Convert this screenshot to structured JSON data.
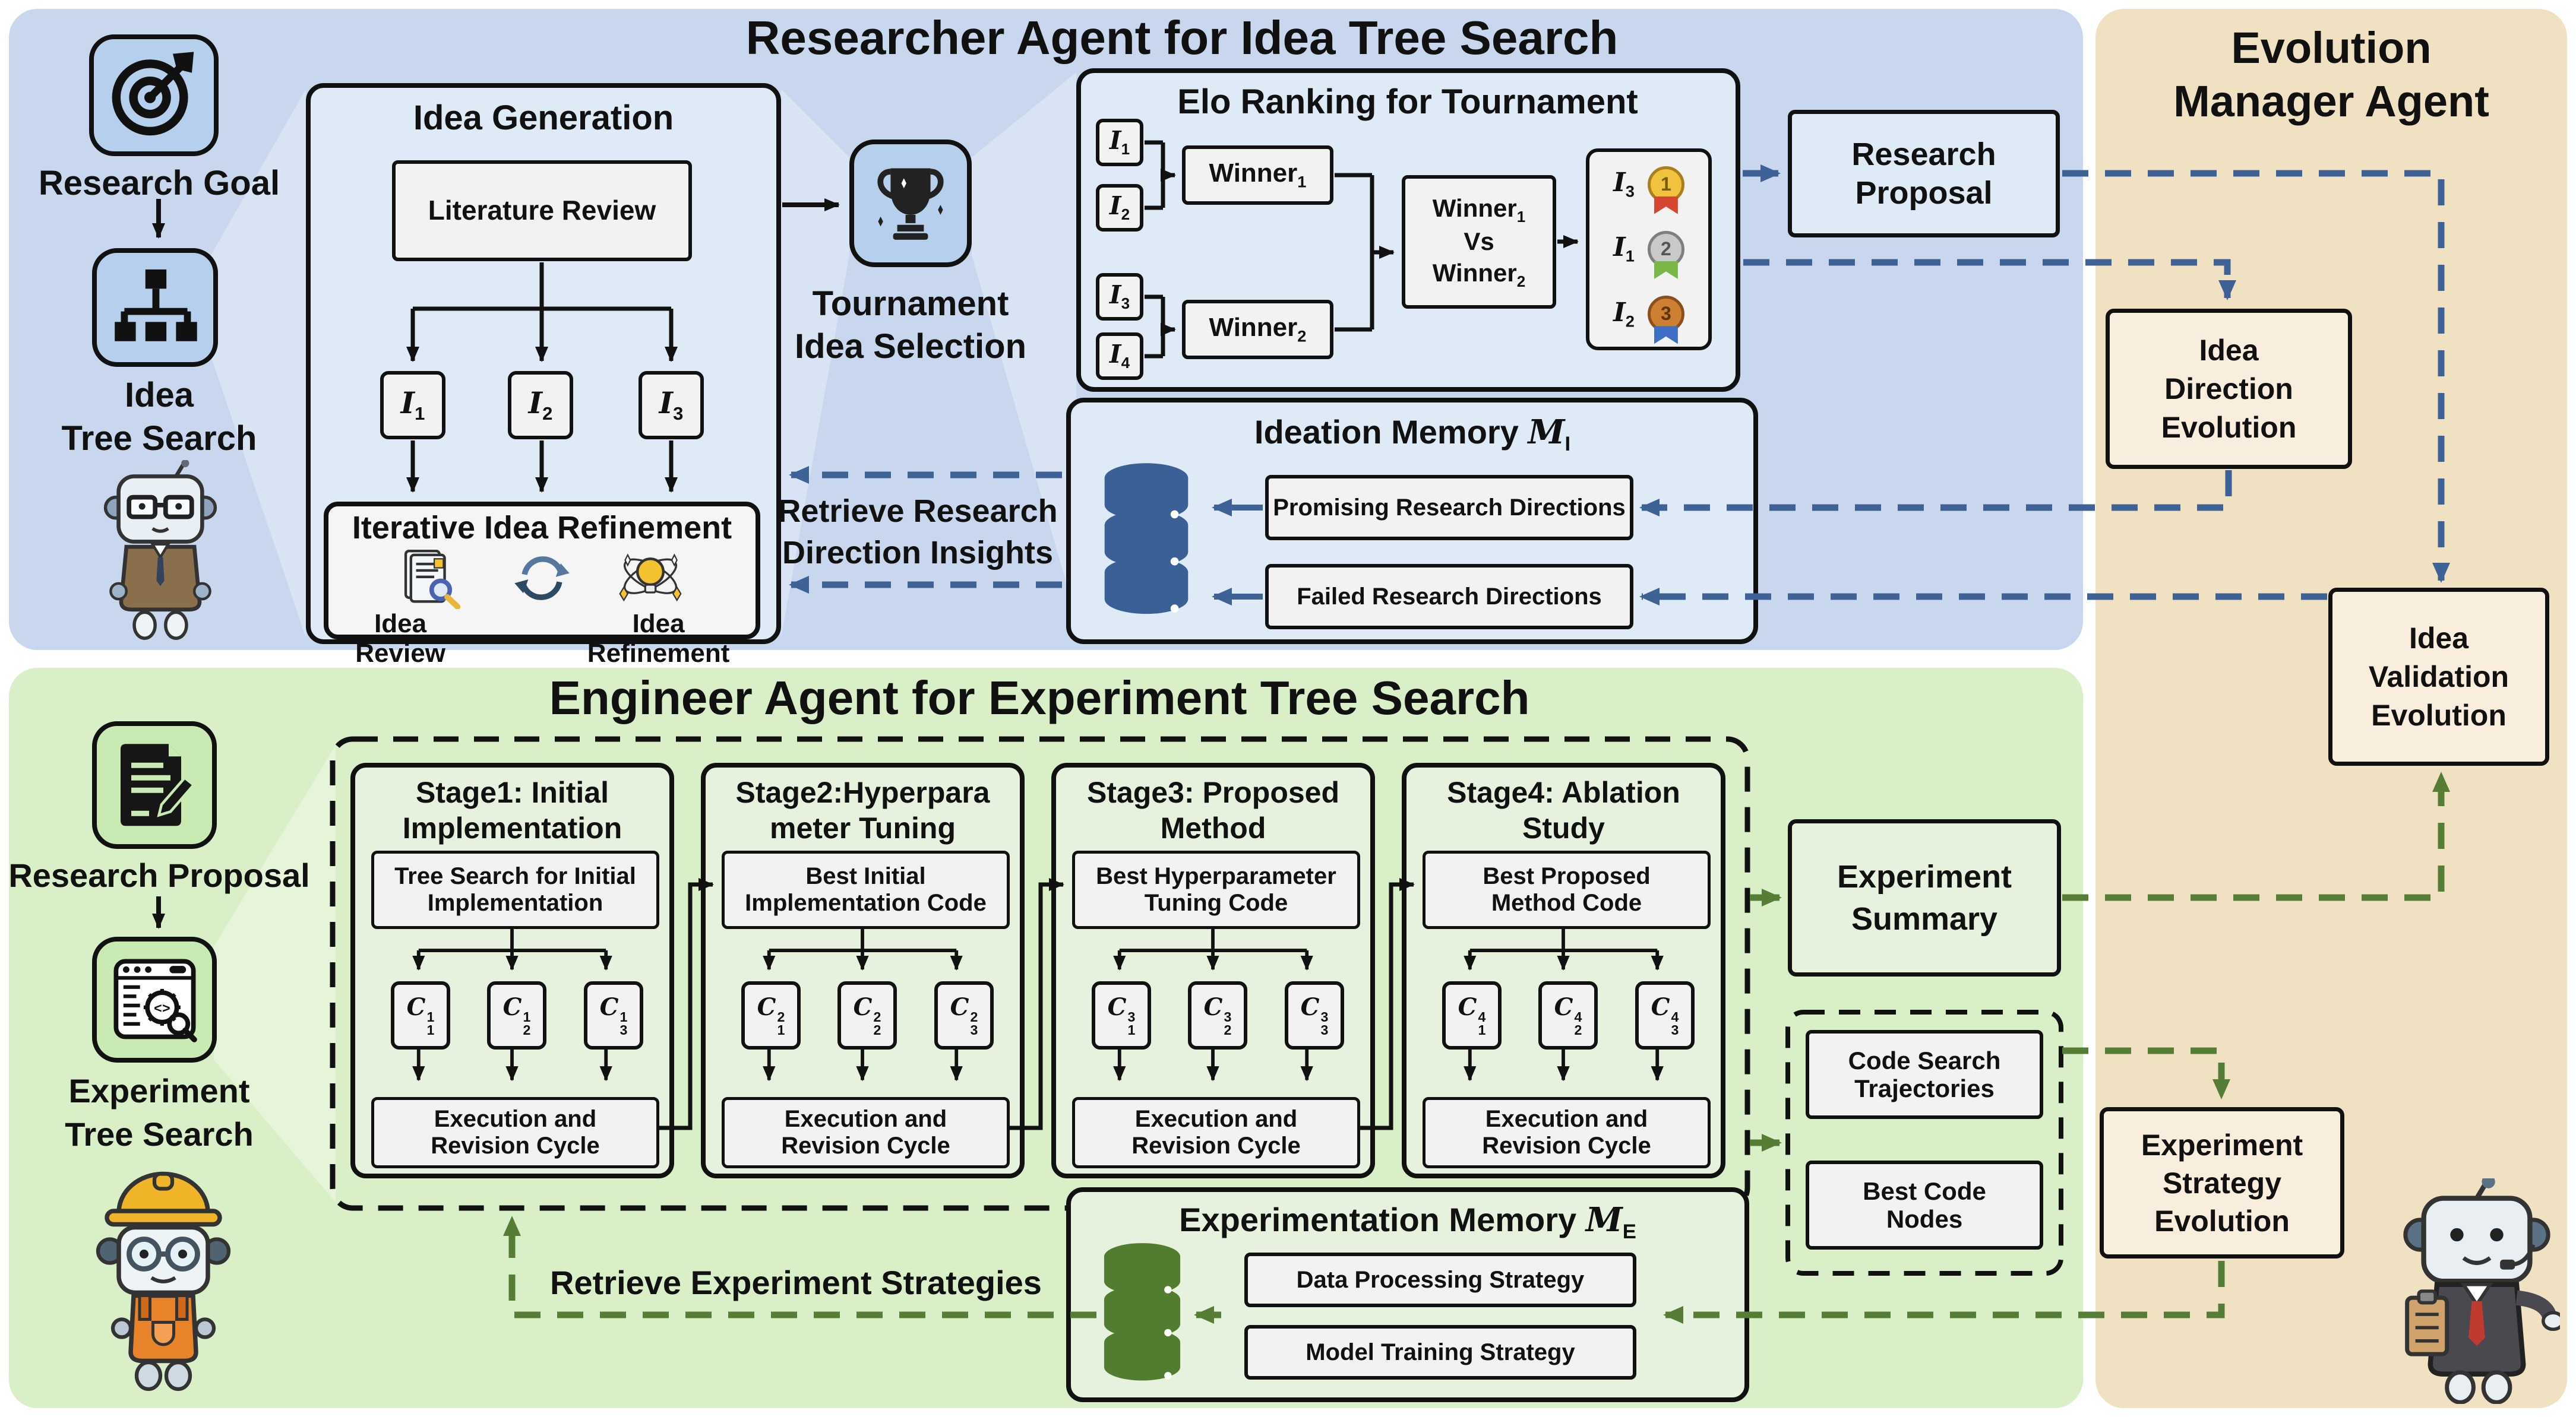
{
  "researcher": {
    "title": "Researcher Agent for Idea Tree Search",
    "goal_label": "Research Goal",
    "tree_label_1": "Idea",
    "tree_label_2": "Tree Search",
    "idea_generation": {
      "title": "Idea Generation",
      "literature_review": "Literature Review",
      "ideas": [
        {
          "base": "I",
          "sub": "1"
        },
        {
          "base": "I",
          "sub": "2"
        },
        {
          "base": "I",
          "sub": "3"
        }
      ],
      "refinement": {
        "title": "Iterative Idea Refinement",
        "review": "Idea Review",
        "refine": "Idea Refinement"
      }
    },
    "tournament": {
      "line1": "Tournament",
      "line2": "Idea Selection"
    },
    "elo": {
      "title": "Elo Ranking for Tournament",
      "entrants": [
        {
          "base": "I",
          "sub": "1"
        },
        {
          "base": "I",
          "sub": "2"
        },
        {
          "base": "I",
          "sub": "3"
        },
        {
          "base": "I",
          "sub": "4"
        }
      ],
      "winner1": {
        "base": "Winner",
        "sub": "1"
      },
      "winner2": {
        "base": "Winner",
        "sub": "2"
      },
      "vs_mid": "Vs",
      "ranking": [
        {
          "idea": {
            "base": "I",
            "sub": "3"
          },
          "rank": "1"
        },
        {
          "idea": {
            "base": "I",
            "sub": "1"
          },
          "rank": "2"
        },
        {
          "idea": {
            "base": "I",
            "sub": "2"
          },
          "rank": "3"
        }
      ]
    },
    "ideation_memory": {
      "title_text": "Ideation Memory",
      "symbol": {
        "base": "M",
        "sub": "I"
      },
      "promising": "Promising Research Directions",
      "failed": "Failed Research Directions"
    },
    "retrieve_line1": "Retrieve Research",
    "retrieve_line2": "Direction Insights",
    "research_proposal_line1": "Research",
    "research_proposal_line2": "Proposal"
  },
  "engineer": {
    "title": "Engineer Agent for Experiment Tree Search",
    "proposal_label": "Research Proposal",
    "tree_label_1": "Experiment",
    "tree_label_2": "Tree Search",
    "stages": [
      {
        "t1": "Stage1: Initial",
        "t2": "Implementation",
        "in1": "Tree Search for Initial",
        "in2": "Implementation",
        "nodes": [
          {
            "base": "C",
            "sup": "1",
            "sub": "1"
          },
          {
            "base": "C",
            "sup": "1",
            "sub": "2"
          },
          {
            "base": "C",
            "sup": "1",
            "sub": "3"
          }
        ],
        "ex1": "Execution and",
        "ex2": "Revision Cycle"
      },
      {
        "t1": "Stage2:Hyperpara",
        "t2": "meter Tuning",
        "in1": "Best Initial",
        "in2": "Implementation Code",
        "nodes": [
          {
            "base": "C",
            "sup": "2",
            "sub": "1"
          },
          {
            "base": "C",
            "sup": "2",
            "sub": "2"
          },
          {
            "base": "C",
            "sup": "2",
            "sub": "3"
          }
        ],
        "ex1": "Execution and",
        "ex2": "Revision Cycle"
      },
      {
        "t1": "Stage3: Proposed",
        "t2": "Method",
        "in1": "Best Hyperparameter",
        "in2": "Tuning Code",
        "nodes": [
          {
            "base": "C",
            "sup": "3",
            "sub": "1"
          },
          {
            "base": "C",
            "sup": "3",
            "sub": "2"
          },
          {
            "base": "C",
            "sup": "3",
            "sub": "3"
          }
        ],
        "ex1": "Execution and",
        "ex2": "Revision Cycle"
      },
      {
        "t1": "Stage4: Ablation",
        "t2": "Study",
        "in1": "Best Proposed",
        "in2": "Method Code",
        "nodes": [
          {
            "base": "C",
            "sup": "4",
            "sub": "1"
          },
          {
            "base": "C",
            "sup": "4",
            "sub": "2"
          },
          {
            "base": "C",
            "sup": "4",
            "sub": "3"
          }
        ],
        "ex1": "Execution and",
        "ex2": "Revision Cycle"
      }
    ],
    "summary_line1": "Experiment",
    "summary_line2": "Summary",
    "code_outputs": {
      "traj1": "Code Search",
      "traj2": "Trajectories",
      "best1": "Best Code",
      "best2": "Nodes"
    },
    "memory": {
      "title_text": "Experimentation Memory",
      "symbol": {
        "base": "M",
        "sub": "E"
      },
      "data_processing": "Data Processing Strategy",
      "model_training": "Model Training Strategy"
    },
    "retrieve_label": "Retrieve Experiment Strategies"
  },
  "evolution": {
    "title1": "Evolution",
    "title2": "Manager Agent",
    "idea_direction": [
      "Idea",
      "Direction",
      "Evolution"
    ],
    "idea_validation": [
      "Idea",
      "Validation",
      "Evolution"
    ],
    "experiment_strategy": [
      "Experiment",
      "Strategy",
      "Evolution"
    ]
  },
  "icons": {
    "research_goal": "target-dart",
    "idea_tree": "tree-hierarchy",
    "tournament": "trophy",
    "idea_review": "document-magnifier",
    "iteration": "cycle-arrows",
    "idea_refinement": "lightbulb-sparkle",
    "ideation_memory": "database-blue",
    "research_proposal_doc": "document-pencil",
    "experiment_tree": "code-search-window",
    "experimentation_memory": "database-green",
    "researcher": "robot-professor",
    "engineer": "robot-engineer",
    "manager": "robot-manager"
  },
  "colors": {
    "blue_region": "#c8d7ed",
    "blue_panel": "#dfeaf7",
    "blue_tile": "#b6cfec",
    "blue_wedge": "#d8e3f3",
    "green_region": "#d9efc8",
    "green_panel": "#e7f2de",
    "green_tile": "#c9eab2",
    "green_wedge": "#e6f5da",
    "tan_region": "#f1e1c3",
    "tan_panel": "#f9eddd",
    "gray_panel": "#f2f2f2",
    "arrow_blue": "#3e6296",
    "arrow_green": "#567d36",
    "ink": "#111111"
  }
}
